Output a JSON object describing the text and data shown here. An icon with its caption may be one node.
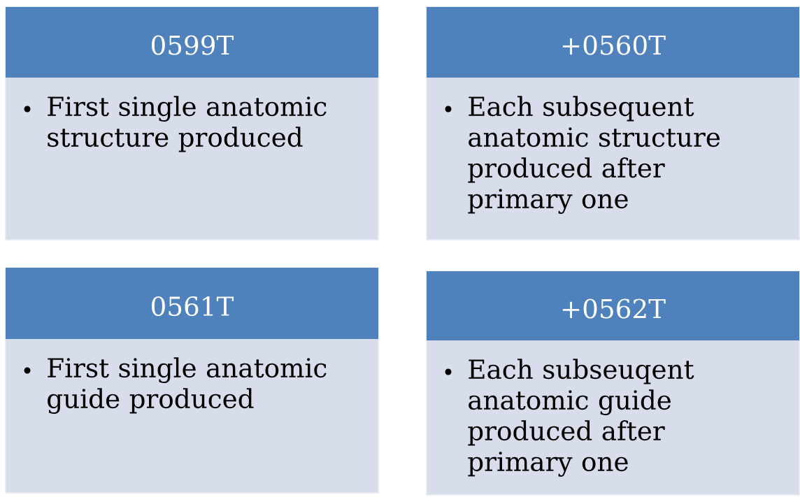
{
  "diagram": {
    "nodes": [
      {
        "text": [
          "0599T",
          "First single anatomic structure produced"
        ]
      },
      {
        "text": [
          "+0560T",
          "Each subsequent anatomic structure produced after primary one"
        ]
      },
      {
        "text": [
          "0561T",
          "First single anatomic guide produced"
        ]
      },
      {
        "text": [
          "+0562T",
          "Each subseuqent anatomic guide produced after primary one"
        ]
      }
    ]
  }
}
